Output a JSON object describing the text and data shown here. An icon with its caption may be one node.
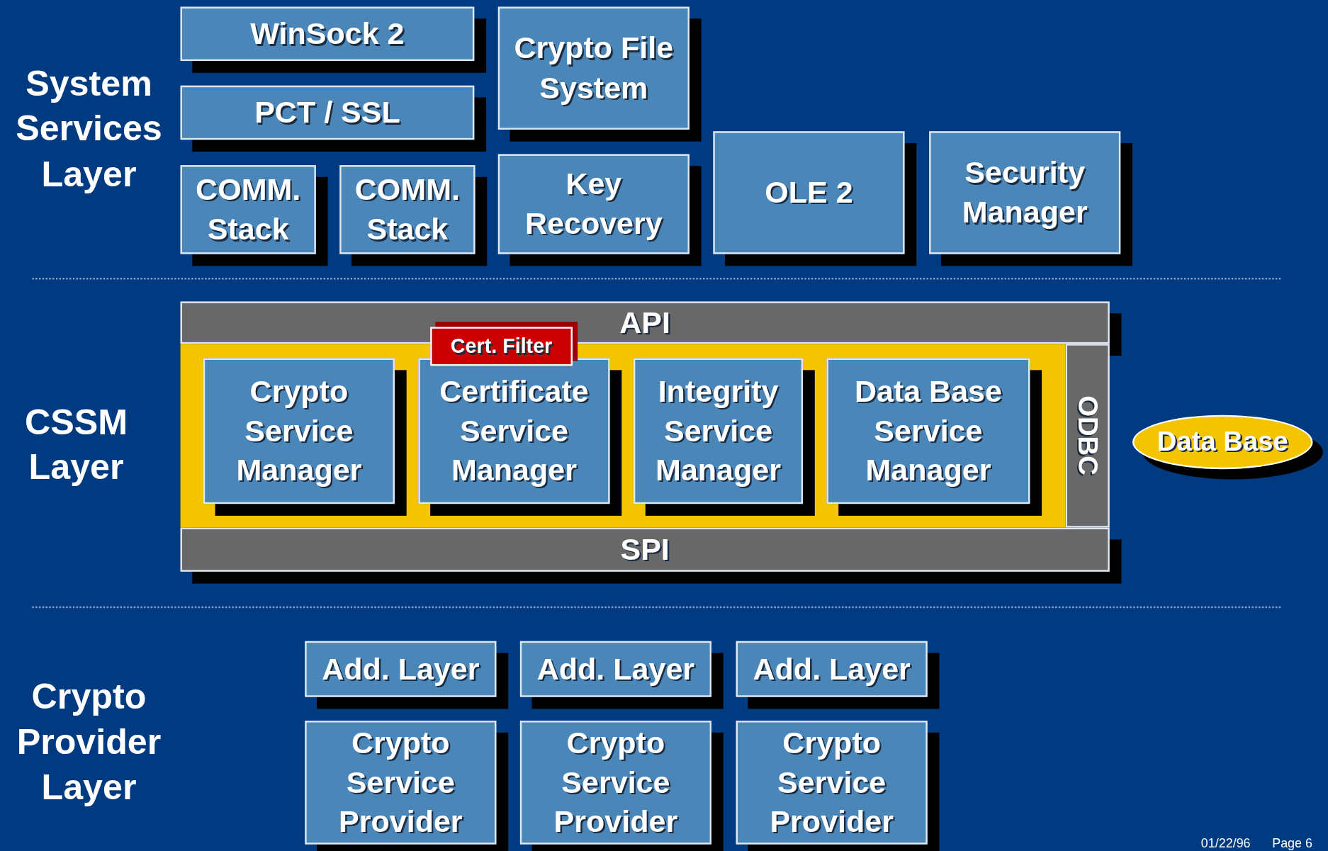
{
  "diagram": {
    "nodes": [
      {
        "text": [
          "WinSock 2"
        ]
      },
      {
        "text": [
          "Crypto File System"
        ]
      },
      {
        "text": [
          "PCT / SSL"
        ]
      },
      {
        "text": [
          "COMM. Stack"
        ]
      },
      {
        "text": [
          "COMM. Stack"
        ]
      },
      {
        "text": [
          "Key Recovery"
        ]
      },
      {
        "text": [
          "OLE 2"
        ]
      },
      {
        "text": [
          "Security Manager"
        ]
      },
      {
        "text": [
          "API"
        ]
      },
      {
        "text": [],
        "shape": "box"
      },
      {
        "text": [
          "Cert. Filter"
        ]
      },
      {
        "text": [
          "Crypto Service Manager"
        ],
        "in": 9
      },
      {
        "text": [
          "Certificate Service Manager"
        ],
        "in": 9
      },
      {
        "text": [
          "Integrity Service Manager"
        ],
        "in": 9
      },
      {
        "text": [
          "Data Base Service Manager"
        ],
        "in": 9
      },
      {
        "text": [
          "ODBC"
        ]
      },
      {
        "text": [
          "Data Base"
        ]
      },
      {
        "text": [
          "SPI"
        ]
      },
      {
        "text": [
          "Add. Layer"
        ]
      },
      {
        "text": [
          "Add. Layer"
        ]
      },
      {
        "text": [
          "Add. Layer"
        ]
      },
      {
        "text": [
          "Crypto Service Provider"
        ]
      },
      {
        "text": [
          "Crypto Service Provider"
        ]
      },
      {
        "text": [
          "Crypto Service Provider"
        ]
      }
    ],
    "labels": [
      "System Services Layer",
      "CSSM Layer",
      "Crypto Provider Layer",
      "01/22/96",
      "Page 6"
    ]
  }
}
